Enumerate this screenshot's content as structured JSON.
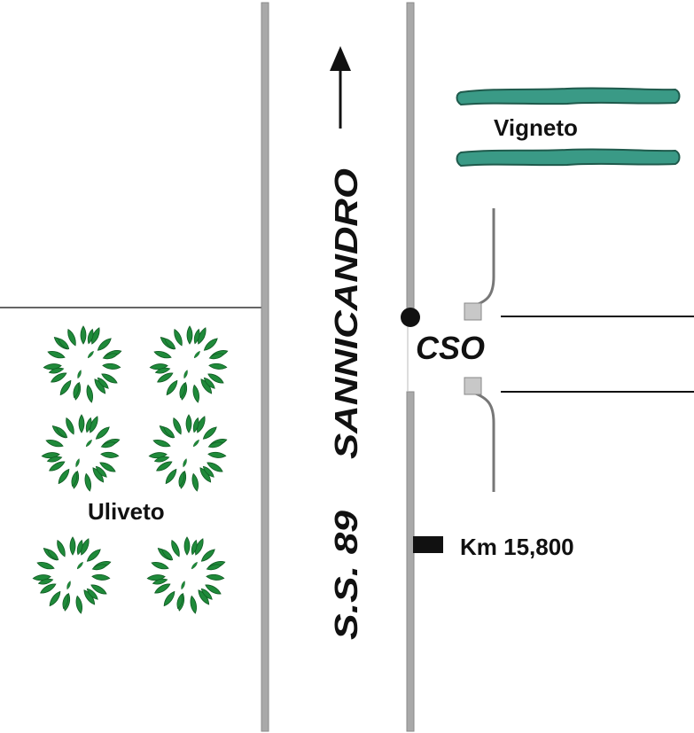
{
  "map": {
    "road": {
      "name": "SANNICANDRO",
      "code": "S.S. 89",
      "direction_arrow": "north-arrow-icon"
    },
    "labels": {
      "vineyard": "Vigneto",
      "olive_grove": "Uliveto",
      "junction": "CSO",
      "kilometer_marker": "Km 15,800"
    },
    "colors": {
      "road_edge": "#a9a9a9",
      "vineyard_fill": "#3a9a86",
      "vineyard_stroke": "#1f5a4c",
      "tree_leaf": "#1f8a3a",
      "marker_square": "#c8c8c8",
      "km_marker": "#111111"
    }
  }
}
